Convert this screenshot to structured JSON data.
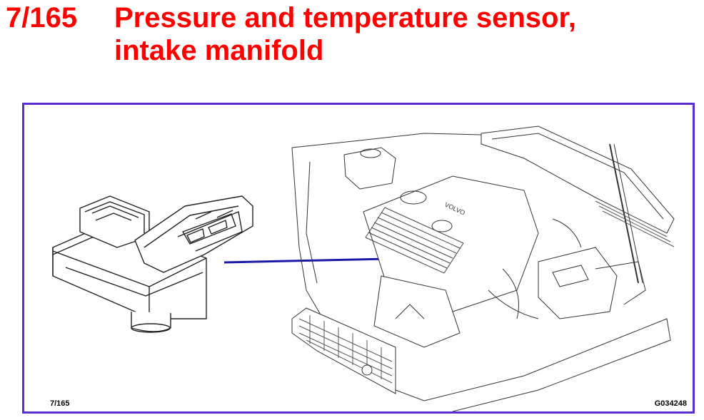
{
  "header": {
    "number": "7/165",
    "title_line1": "Pressure and temperature sensor,",
    "title_line2": "intake manifold"
  },
  "figure": {
    "code_left": "7/165",
    "code_right": "G034248",
    "frame_color": "#5b2fcf",
    "title_color": "#ff0000",
    "leader_color": "#1a1aa8"
  }
}
